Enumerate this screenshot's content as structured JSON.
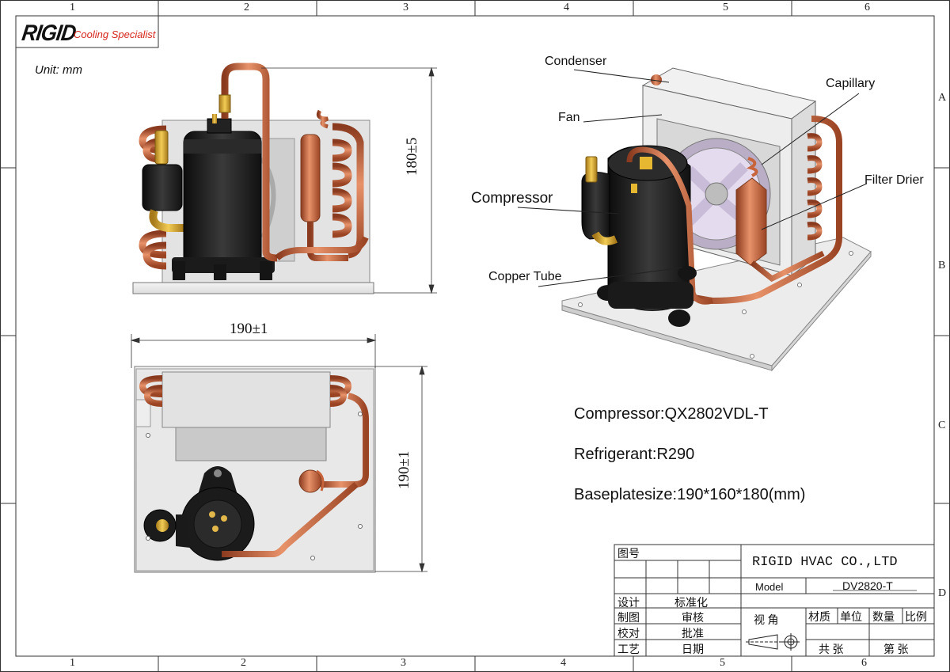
{
  "header": {
    "logo_text": "RIGID",
    "tagline": "Cooling Specialist",
    "unit_label": "Unit: mm"
  },
  "zones": {
    "columns": [
      "1",
      "2",
      "3",
      "4",
      "5",
      "6"
    ],
    "rows": [
      "A",
      "B",
      "C",
      "D"
    ]
  },
  "dimensions": {
    "side_height": "180±5",
    "top_width": "190±1",
    "top_depth": "190±1"
  },
  "callouts": {
    "condenser": "Condenser",
    "capillary": "Capillary",
    "fan": "Fan",
    "filter_drier": "Filter Drier",
    "compressor": "Compressor",
    "copper_tube": "Copper Tube"
  },
  "specs": {
    "compressor": "Compressor:QX2802VDL-T",
    "refrigerant": "Refrigerant:R290",
    "baseplate": "Baseplatesize:190*160*180(mm)"
  },
  "title_block": {
    "drawing_no_label": "图号",
    "company": "RIGID HVAC CO.,LTD",
    "model_label": "Model",
    "model_value": "DV2820-T",
    "design": "设计",
    "standardize": "标准化",
    "draw": "制图",
    "review": "审核",
    "proofread": "校对",
    "approve": "批准",
    "process": "工艺",
    "date": "日期",
    "view_angle": "视    角",
    "material": "材质",
    "unit": "单位",
    "quantity": "数量",
    "scale": "比例",
    "total_sheets": "共    张",
    "sheet_no": "第    张"
  },
  "colors": {
    "copper": "#c8643c",
    "compressor_body": "#1e1e1e",
    "brass": "#e0b030",
    "plate": "#e6e6e6",
    "logo_red": "#d7261e"
  }
}
